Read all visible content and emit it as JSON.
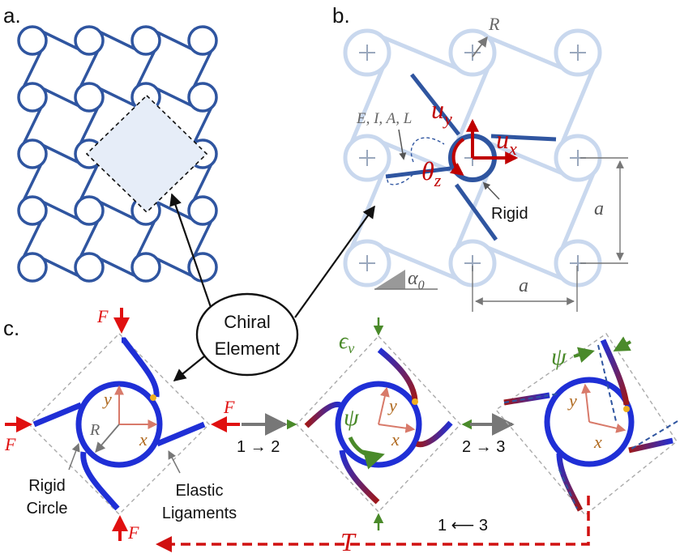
{
  "panels": {
    "a": "a.",
    "b": "b.",
    "c": "c."
  },
  "panel_b": {
    "R": "R",
    "uy_u": "u",
    "uy_sub": "y",
    "ux_u": "u",
    "ux_sub": "x",
    "theta": "θ",
    "theta_sub": "z",
    "props": "E, I, A, L",
    "rigid": "Rigid",
    "a_vertical": "a",
    "a_horizontal": "a",
    "alpha": "α",
    "alpha_sub": "0"
  },
  "chiral_element": {
    "line1": "Chiral",
    "line2": "Element"
  },
  "panel_c": {
    "F_top": "F",
    "F_left": "F",
    "F_right": "F",
    "F_bottom": "F",
    "y1": "y",
    "x1": "x",
    "R": "R",
    "y2": "y",
    "x2": "x",
    "psi2": "ψ",
    "y3": "y",
    "x3": "x",
    "psi3": "ψ",
    "eps": "ϵ",
    "eps_sub": "v",
    "step12": "1 → 2",
    "step23": "2 → 3",
    "step31": "1 ⟵ 3",
    "T": "T",
    "rigid_circle_1": "Rigid",
    "rigid_circle_2": "Circle",
    "elastic_1": "Elastic",
    "elastic_2": "Ligaments"
  },
  "colors": {
    "lattice": "#2f55a0",
    "faded": "#c9d8ee",
    "element": "#1f2fd6",
    "force": "#e01010",
    "dof": "#c00000",
    "strain": "#4a8a2a",
    "axis": "#d87a6a",
    "grey": "#777777",
    "ligament_red": "#a01818"
  }
}
